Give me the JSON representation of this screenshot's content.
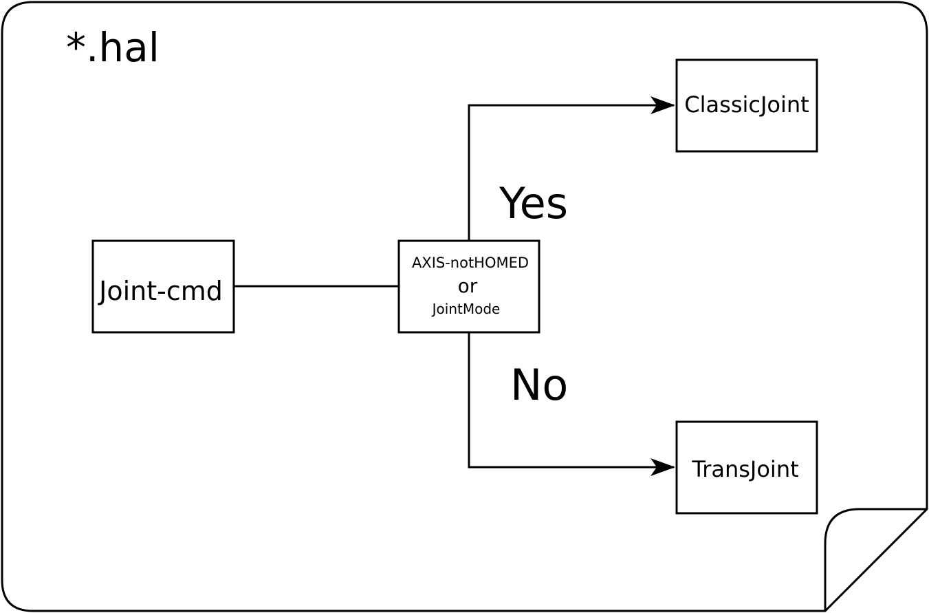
{
  "document": {
    "title": "*.hal"
  },
  "nodes": {
    "source": {
      "label": "Joint-cmd"
    },
    "condition": {
      "line1": "AXIS-notHOMED",
      "line2": "or",
      "line3": "JointMode"
    },
    "yes_target": {
      "label": "ClassicJoint"
    },
    "no_target": {
      "label": "TransJoint"
    }
  },
  "edges": {
    "yes_label": "Yes",
    "no_label": "No"
  },
  "colors": {
    "stroke": "#000000",
    "background": "#ffffff"
  }
}
